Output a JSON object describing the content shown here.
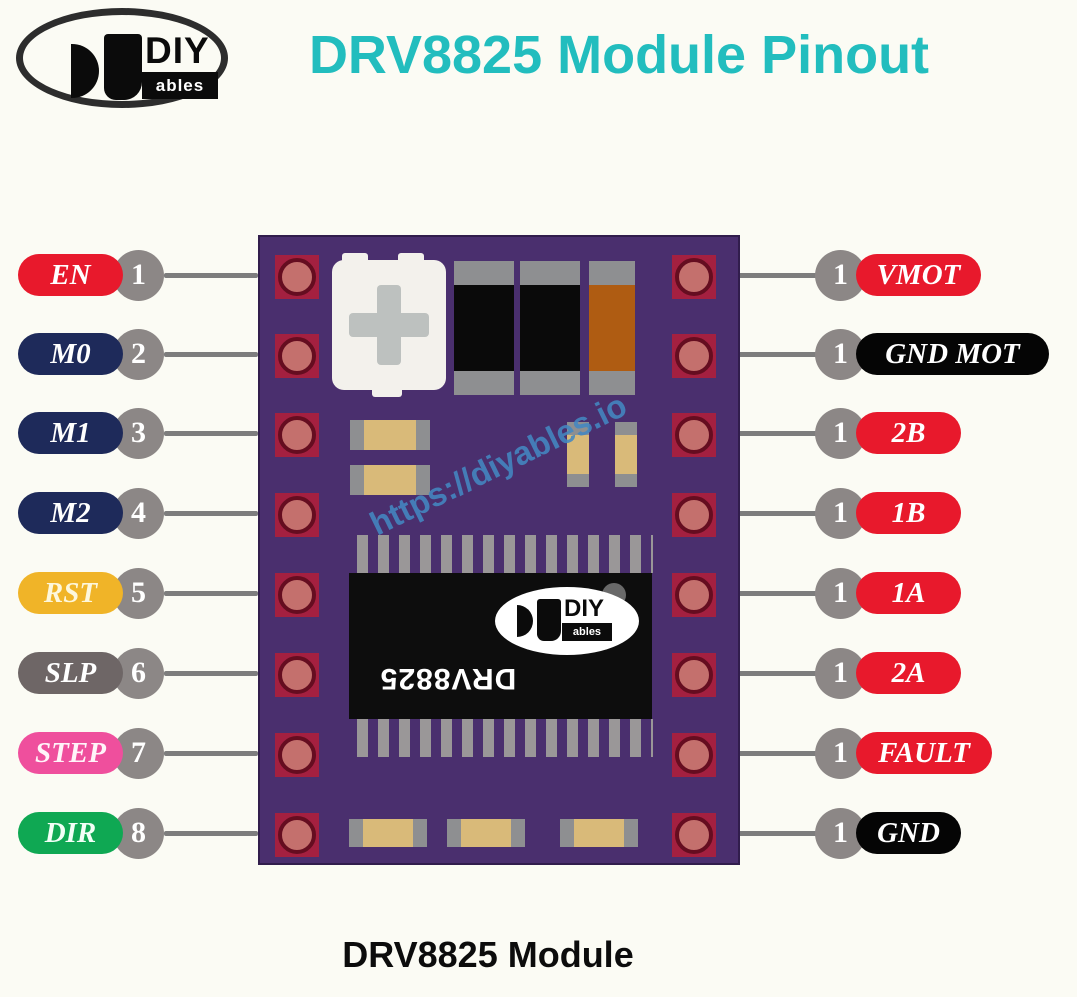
{
  "page": {
    "title": "DRV8825 Module Pinout",
    "caption": "DRV8825 Module",
    "title_color": "#22BDBE",
    "background": "#FBFBF4"
  },
  "logo": {
    "brand_top": "DIY",
    "brand_bottom": "ables"
  },
  "left_pins": [
    {
      "label": "EN",
      "number": "1",
      "color": "#E8192C",
      "text": "#FFFFFF"
    },
    {
      "label": "M0",
      "number": "2",
      "color": "#1E2A5A",
      "text": "#FFFFFF"
    },
    {
      "label": "M1",
      "number": "3",
      "color": "#1E2A5A",
      "text": "#FFFFFF"
    },
    {
      "label": "M2",
      "number": "4",
      "color": "#1E2A5A",
      "text": "#FFFFFF"
    },
    {
      "label": "RST",
      "number": "5",
      "color": "#F0B428",
      "text": "#FDF7DC"
    },
    {
      "label": "SLP",
      "number": "6",
      "color": "#6E6666",
      "text": "#FFFFFF"
    },
    {
      "label": "STEP",
      "number": "7",
      "color": "#EF4F9D",
      "text": "#FFF4F9"
    },
    {
      "label": "DIR",
      "number": "8",
      "color": "#0FA853",
      "text": "#F2FFF6"
    }
  ],
  "right_pins": [
    {
      "label": "VMOT",
      "number": "1",
      "color": "#E8192C",
      "text": "#FFFFFF"
    },
    {
      "label": "GND MOT",
      "number": "1",
      "color": "#050505",
      "text": "#FFFFFF"
    },
    {
      "label": "2B",
      "number": "1",
      "color": "#E8192C",
      "text": "#FFFFFF"
    },
    {
      "label": "1B",
      "number": "1",
      "color": "#E8192C",
      "text": "#FFFFFF"
    },
    {
      "label": "1A",
      "number": "1",
      "color": "#E8192C",
      "text": "#FFFFFF"
    },
    {
      "label": "2A",
      "number": "1",
      "color": "#E8192C",
      "text": "#FFFFFF"
    },
    {
      "label": "FAULT",
      "number": "1",
      "color": "#E8192C",
      "text": "#FFFFFF"
    },
    {
      "label": "GND",
      "number": "1",
      "color": "#050505",
      "text": "#FFFFFF"
    }
  ],
  "module": {
    "chip_label": "DRV8825",
    "watermark": "https://diyables.io",
    "chip_logo_top": "DIY",
    "chip_logo_bottom": "ables",
    "board_color": "#4A2F6E",
    "pad_color": "#A42040",
    "wire_color": "#7D7D7D",
    "badge_color": "#8C8786"
  }
}
